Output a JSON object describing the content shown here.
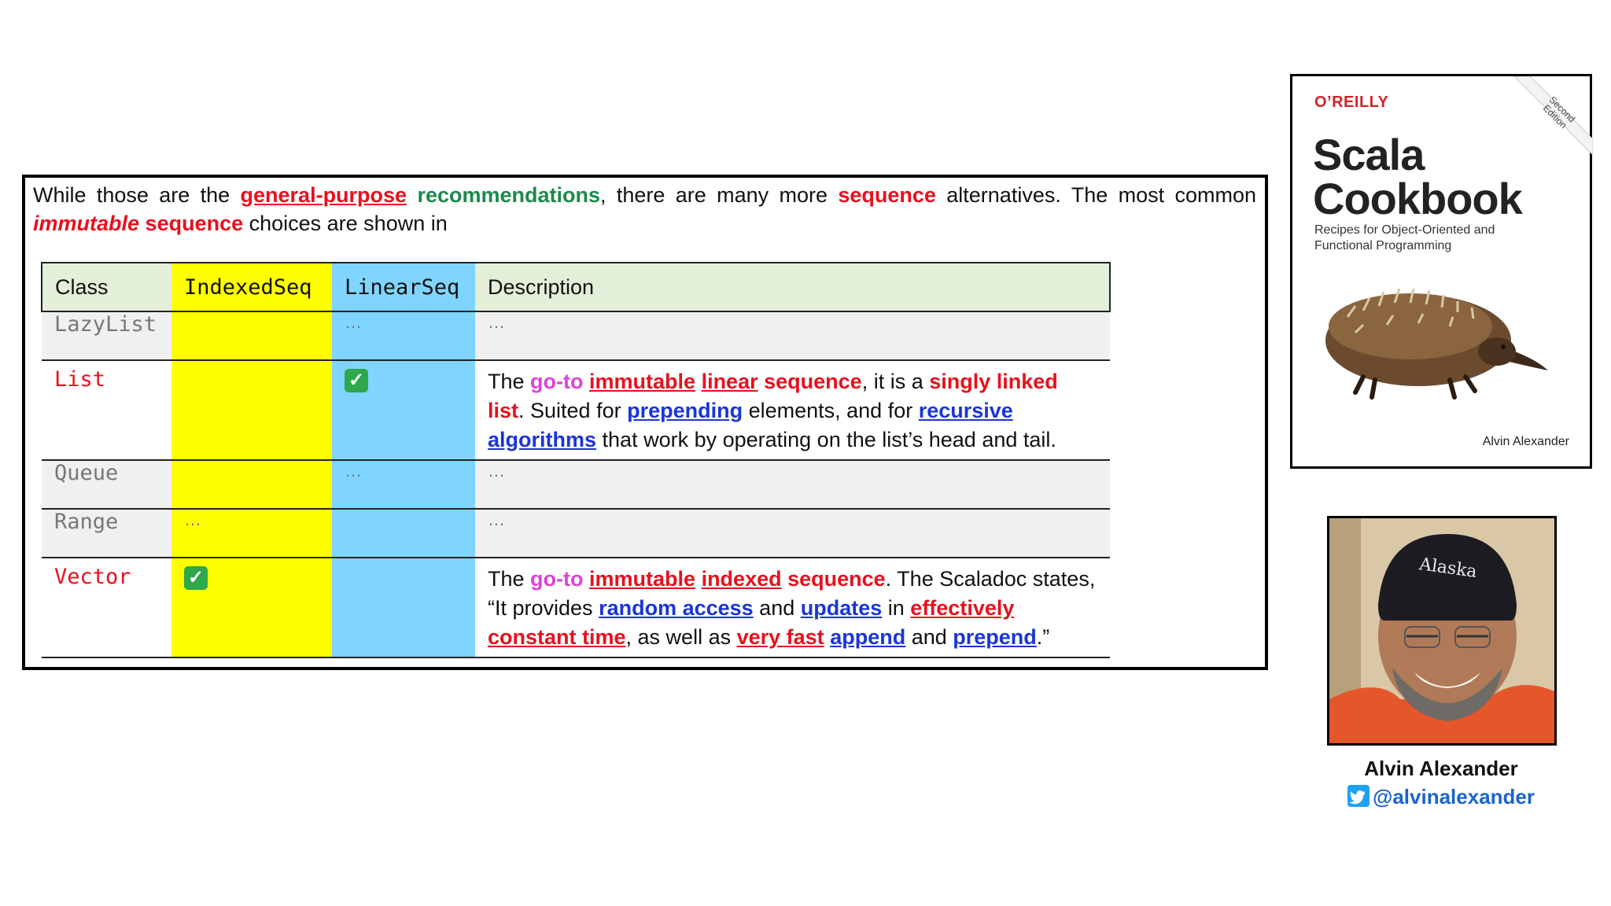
{
  "intro": {
    "t1": "While those are the ",
    "general_purpose": "general-purpose",
    "t2": " ",
    "recommendations": "recommendations",
    "t3": ", there are many more ",
    "sequence": "sequence",
    "t4": " alternatives. The most common ",
    "immutable": "immutable",
    "t5": " ",
    "sequence2": "sequence",
    "t6": " choices are shown in"
  },
  "table": {
    "headers": [
      "Class",
      "IndexedSeq",
      "LinearSeq",
      "Description"
    ],
    "rows": {
      "lazylist": {
        "name": "LazyList",
        "indexed": "",
        "linear": "…",
        "desc": "…"
      },
      "list": {
        "name": "List",
        "linear_check": "✓",
        "d": [
          "The ",
          "go-to",
          " ",
          "immutable",
          " ",
          "linear",
          " ",
          "sequence",
          ", it is a ",
          "singly linked list",
          ". Suited for ",
          "prepending",
          " elements, and for ",
          "recursive algorithms",
          " that work by operating on the list’s head and tail."
        ]
      },
      "queue": {
        "name": "Queue",
        "indexed": "",
        "linear": "…",
        "desc": "…"
      },
      "range": {
        "name": "Range",
        "indexed": "…",
        "linear": "",
        "desc": "…"
      },
      "vector": {
        "name": "Vector",
        "indexed_check": "✓",
        "d": [
          "The ",
          "go-to",
          " ",
          "immutable",
          " ",
          "indexed",
          " ",
          "sequence",
          ". The Scaladoc states, “It provides ",
          "random access",
          " and ",
          "updates",
          " in ",
          "effectively constant time",
          ", as well as ",
          "very fast",
          " ",
          "append",
          " and ",
          "prepend",
          ".”"
        ]
      }
    }
  },
  "book": {
    "publisher": "O’REILLY",
    "edition": "Second Edition",
    "title_line1": "Scala",
    "title_line2": "Cookbook",
    "subtitle": "Recipes for Object-Oriented and Functional Programming",
    "author": "Alvin Alexander"
  },
  "presenter": {
    "hat_text": "Alaska",
    "name": "Alvin Alexander",
    "handle": "@alvinalexander",
    "icon": "twitter-icon"
  },
  "colors": {
    "indexed_col": "#ffff00",
    "linear_col": "#7fd5ff",
    "header_bg": "#e3efd9",
    "accent_red": "#e8101e",
    "link_blue": "#1a35d8"
  }
}
